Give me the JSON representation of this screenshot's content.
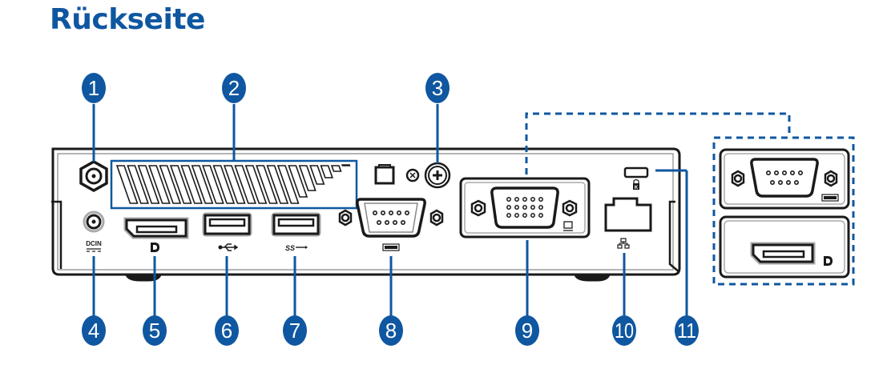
{
  "title": "Rückseite",
  "accent_color": "#0f57a0",
  "callouts": [
    {
      "number": "1",
      "label": "antenna-connector"
    },
    {
      "number": "2",
      "label": "air-vents"
    },
    {
      "number": "3",
      "label": "screw"
    },
    {
      "number": "4",
      "label": "dc-in-port"
    },
    {
      "number": "5",
      "label": "displayport"
    },
    {
      "number": "6",
      "label": "usb-2-port"
    },
    {
      "number": "7",
      "label": "usb-3-port"
    },
    {
      "number": "8",
      "label": "com-port"
    },
    {
      "number": "9",
      "label": "vga-port"
    },
    {
      "number": "10",
      "label": "lan-port"
    },
    {
      "number": "11",
      "label": "security-slot"
    }
  ],
  "port_labels": {
    "dc_in": "DCIN"
  }
}
